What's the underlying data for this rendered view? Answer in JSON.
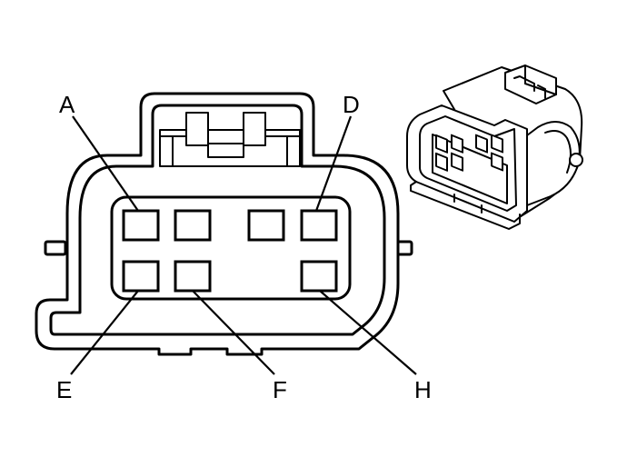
{
  "diagram": {
    "pin_labels": {
      "A": "A",
      "D": "D",
      "E": "E",
      "F": "F",
      "H": "H"
    }
  }
}
